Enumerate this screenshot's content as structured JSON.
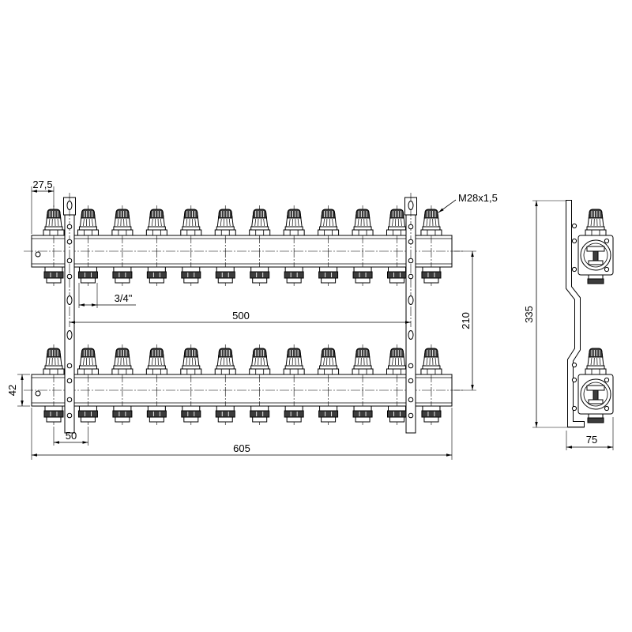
{
  "dimensions": {
    "edge_to_first_outlet": "27,5",
    "thread": "M28x1,5",
    "connection": "3/4\"",
    "bracket_spacing": "500",
    "bar_spacing": "210",
    "bar_height": "42",
    "outlet_pitch": "50",
    "overall_width": "605",
    "overall_height": "335",
    "depth": "75"
  },
  "colors": {
    "line": "#000000",
    "background": "#ffffff"
  }
}
